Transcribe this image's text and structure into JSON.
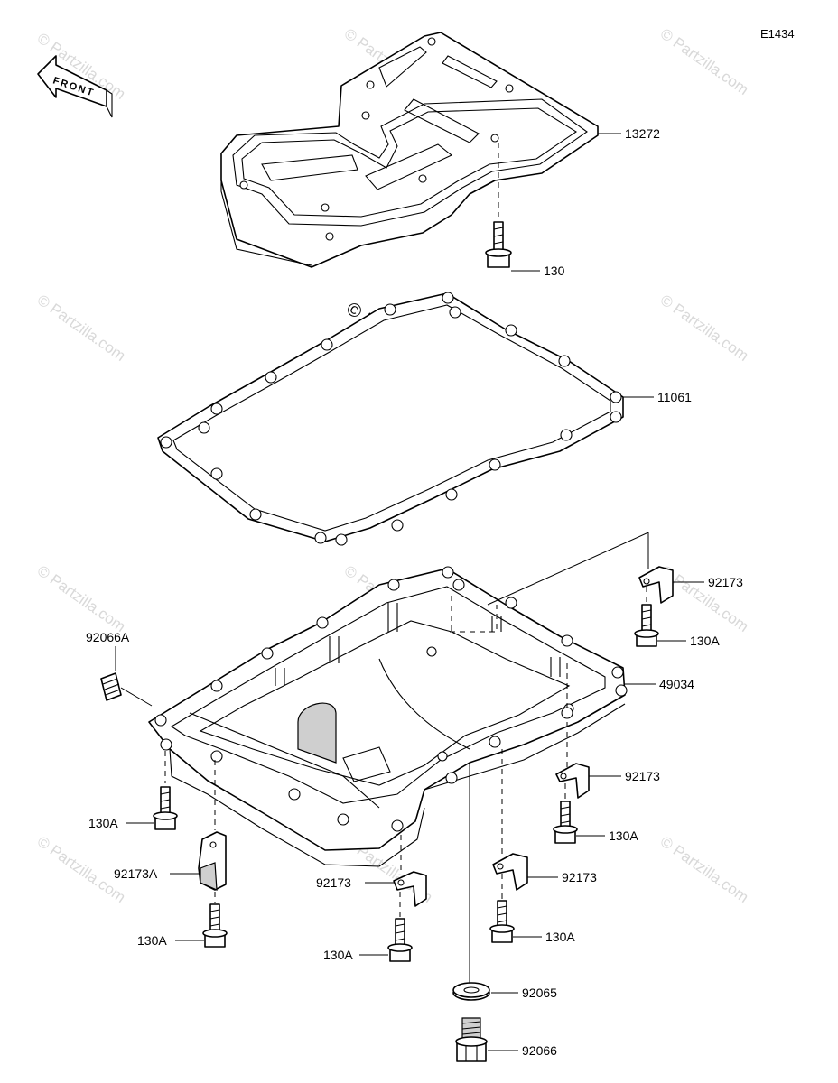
{
  "diagram_code": "E1434",
  "front_label": "FRONT",
  "copyright": "© Partzilla.com",
  "watermark": "© Partzilla.com",
  "callouts": {
    "p13272": "13272",
    "p130": "130",
    "p11061": "11061",
    "p92173_top": "92173",
    "p130A_top": "130A",
    "p92066A": "92066A",
    "p49034": "49034",
    "p92173_right": "92173",
    "p130A_left": "130A",
    "p130A_right": "130A",
    "p92173A": "92173A",
    "p92173_bottom_left": "92173",
    "p92173_bottom_right": "92173",
    "p130A_bottom_left": "130A",
    "p130A_bottom_right": "130A",
    "p130A_bottom_center": "130A",
    "p92065": "92065",
    "p92066": "92066"
  }
}
